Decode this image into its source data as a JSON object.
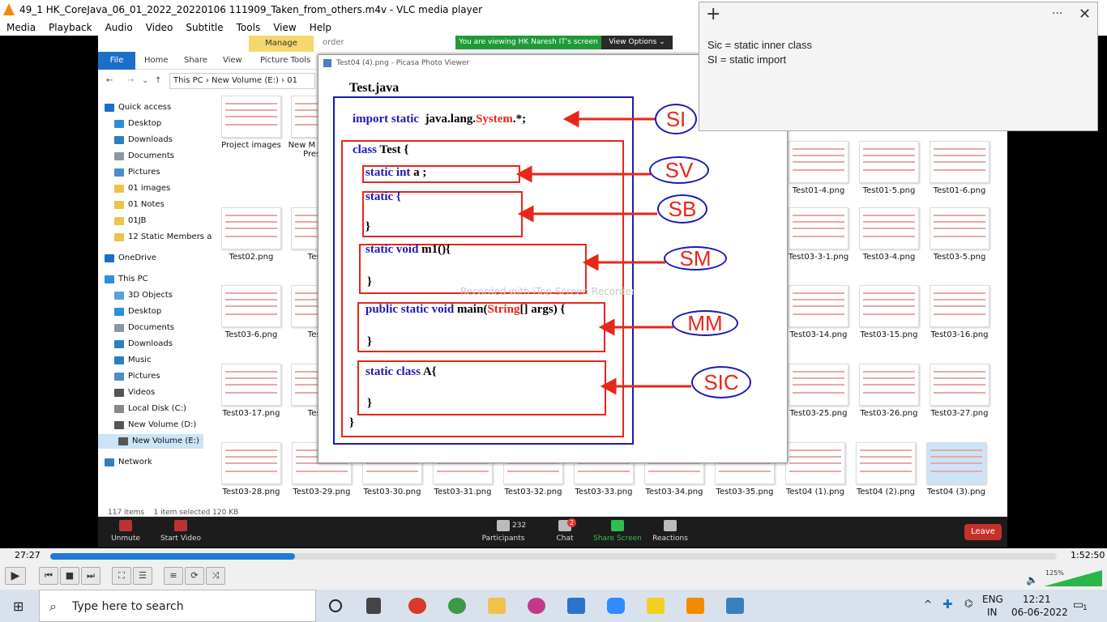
{
  "vlc": {
    "title": "49_1 HK_CoreJava_06_01_2022_20220106 111909_Taken_from_others.m4v - VLC media player",
    "menu": [
      "Media",
      "Playback",
      "Audio",
      "Video",
      "Subtitle",
      "Tools",
      "View",
      "Help"
    ],
    "time_elapsed": "27:27",
    "time_total": "1:52:50",
    "progress": 0.243,
    "volume": "125%"
  },
  "zoom_meeting": {
    "banner": "You are viewing HK Naresh IT's screen",
    "view_options": "View Options ⌄",
    "unmute": "Unmute",
    "start_video": "Start Video",
    "participants_label": "Participants",
    "participants_count": "232",
    "chat_label": "Chat",
    "chat_badge": "2",
    "share_screen": "Share Screen",
    "reactions": "Reactions",
    "leave": "Leave"
  },
  "explorer": {
    "manage_tab": "Manage",
    "tabs": [
      "File",
      "Home",
      "Share",
      "View",
      "Picture Tools"
    ],
    "order_text": "order",
    "address": [
      "This PC",
      "New Volume (E:)",
      "01"
    ],
    "nav": [
      {
        "label": "Quick access",
        "color": "#1a6fc9"
      },
      {
        "label": "Desktop",
        "color": "#2d8ee0"
      },
      {
        "label": "Downloads",
        "color": "#2d7fc0"
      },
      {
        "label": "Documents",
        "color": "#8b97a3"
      },
      {
        "label": "Pictures",
        "color": "#4f8cc9"
      },
      {
        "label": "01 images",
        "color": "#f0c24b"
      },
      {
        "label": "01 Notes",
        "color": "#f0c24b"
      },
      {
        "label": "01JB",
        "color": "#f0c24b"
      },
      {
        "label": "12 Static Members a",
        "color": "#f0c24b"
      },
      {
        "label": "OneDrive",
        "color": "#1a6fc9"
      },
      {
        "label": "This PC",
        "color": "#2d8ee0"
      },
      {
        "label": "3D Objects",
        "color": "#5aa0e0"
      },
      {
        "label": "Desktop",
        "color": "#2d8ee0"
      },
      {
        "label": "Documents",
        "color": "#8b97a3"
      },
      {
        "label": "Downloads",
        "color": "#2d7fc0"
      },
      {
        "label": "Music",
        "color": "#2d7fc0"
      },
      {
        "label": "Pictures",
        "color": "#4f8cc9"
      },
      {
        "label": "Videos",
        "color": "#555"
      },
      {
        "label": "Local Disk (C:)",
        "color": "#888"
      },
      {
        "label": "New Volume (D:)",
        "color": "#555"
      },
      {
        "label": "New Volume (E:)",
        "color": "#555"
      },
      {
        "label": "Network",
        "color": "#2d7fc0"
      }
    ],
    "files_top": [
      "Project images",
      "New M Off Powe Presenta"
    ],
    "files_right_row1": [
      "Test01-4.png",
      "Test01-5.png",
      "Test01-6.png"
    ],
    "row2": [
      "Test02.png",
      "Test02"
    ],
    "row2_right": [
      "Test03-3-1.png",
      "Test03-4.png",
      "Test03-5.png"
    ],
    "row3": [
      "Test03-6.png",
      "Test03"
    ],
    "row3_right": [
      "Test03-14.png",
      "Test03-15.png",
      "Test03-16.png"
    ],
    "row4": [
      "Test03-17.png",
      "Test03"
    ],
    "row4_right": [
      "Test03-25.png",
      "Test03-26.png",
      "Test03-27.png"
    ],
    "row5": [
      "Test03-28.png",
      "Test03-29.png",
      "Test03-30.png",
      "Test03-31.png",
      "Test03-32.png",
      "Test03-33.png",
      "Test03-34.png",
      "Test03-35.png",
      "Test04 (1).png",
      "Test04 (2).png",
      "Test04 (3).png"
    ],
    "status": [
      "117 items",
      "1 item selected  120 KB"
    ]
  },
  "picasa": {
    "title": "Test04 (4).png - Picasa Photo Viewer",
    "watermark": "Recorded with iTop Screen Recorder",
    "heading": "Test.java",
    "import_kw": "import  static",
    "import_rest": "java.lang.",
    "import_system": "System",
    "import_tail": ".*;",
    "class_kw": "class",
    "class_rest": "Test {",
    "sv_kw": "static int",
    "sv_rest": "a ;",
    "sb_kw": "static {",
    "brace": "}",
    "sm_kw": "static void",
    "sm_rest": "m1(){",
    "mm_kw": "public static void",
    "mm_rest1": "main(",
    "mm_string": "String",
    "mm_rest2": "[] args) {",
    "sic_kw": "static class",
    "sic_rest": "A{",
    "close": "}",
    "labels": [
      "SI",
      "SV",
      "SB",
      "SM",
      "MM",
      "SIC"
    ]
  },
  "sticky": {
    "line1": "Sic = static inner class",
    "line2": "SI = static import"
  },
  "taskbar": {
    "search_placeholder": "Type here to search",
    "lang1": "ENG",
    "lang2": "IN",
    "time": "12:21",
    "date": "06-06-2022",
    "notif_count": "1"
  }
}
